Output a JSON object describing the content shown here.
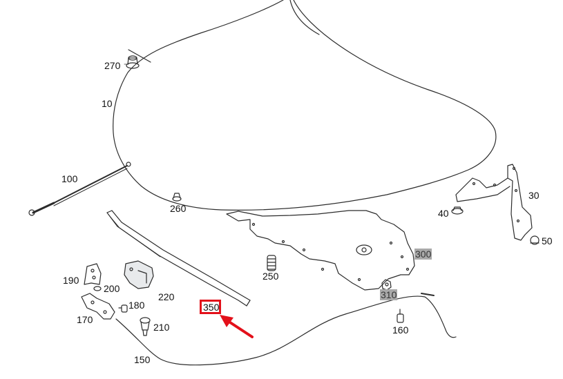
{
  "colors": {
    "line": "#2b2b2b",
    "highlight_bg": "#a9a9a9",
    "callout_red": "#e3101a"
  },
  "labels": {
    "p270": "270",
    "p10": "10",
    "p100": "100",
    "p260": "260",
    "p30": "30",
    "p40": "40",
    "p50": "50",
    "p300": "300",
    "p250": "250",
    "p190": "190",
    "p200": "200",
    "p220": "220",
    "p350": "350",
    "p310": "310",
    "p180": "180",
    "p170": "170",
    "p210": "210",
    "p160": "160",
    "p150": "150"
  },
  "highlighted": [
    "300",
    "310"
  ],
  "selected": "350"
}
